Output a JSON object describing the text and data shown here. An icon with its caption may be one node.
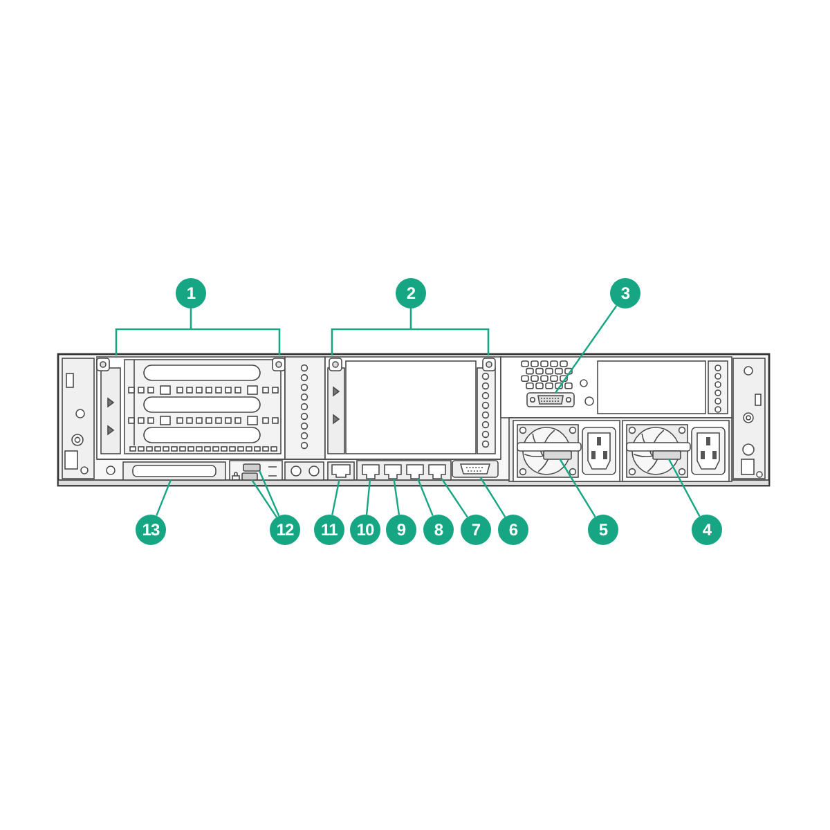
{
  "diagram": {
    "nodes": [
      {
        "text": [
          "1"
        ]
      },
      {
        "text": [
          "2"
        ]
      },
      {
        "text": [
          "3"
        ]
      },
      {
        "text": [],
        "shape": "picture"
      },
      {
        "text": [],
        "shape": "picture",
        "in": 3
      },
      {
        "text": [],
        "shape": "picture",
        "in": 3
      },
      {
        "text": [],
        "shape": "box",
        "in": 3
      },
      {
        "text": [],
        "shape": "box",
        "in": 3
      },
      {
        "text": [],
        "shape": "picture",
        "in": 3
      },
      {
        "text": [],
        "shape": "box",
        "in": 3
      },
      {
        "text": [],
        "shape": "box",
        "in": 3
      },
      {
        "text": [],
        "shape": "box",
        "in": 3
      },
      {
        "text": [],
        "shape": "box",
        "in": 3
      },
      {
        "text": [],
        "shape": "picture",
        "in": 3
      },
      {
        "text": [],
        "shape": "box",
        "in": 3
      },
      {
        "text": [],
        "shape": "box",
        "in": 3
      },
      {
        "text": [
          "13"
        ]
      },
      {
        "text": [
          "12"
        ]
      },
      {
        "text": [
          "11"
        ]
      },
      {
        "text": [
          "10"
        ]
      },
      {
        "text": [
          "9"
        ]
      },
      {
        "text": [
          "8"
        ]
      },
      {
        "text": [
          "7"
        ]
      },
      {
        "text": [
          "6"
        ]
      },
      {
        "text": [
          "5"
        ]
      },
      {
        "text": [
          "4"
        ]
      }
    ],
    "edges": [
      {
        "from": 2,
        "to": 4,
        "arrow": "none"
      },
      {
        "from": 16,
        "to": 5,
        "arrow": "none"
      },
      {
        "from": 17,
        "to": 6,
        "arrow": "none"
      },
      {
        "from": 17,
        "to": 7,
        "arrow": "none"
      },
      {
        "from": 18,
        "to": 8,
        "arrow": "none"
      },
      {
        "from": 19,
        "to": 9,
        "arrow": "none"
      },
      {
        "from": 20,
        "to": 10,
        "arrow": "none"
      },
      {
        "from": 21,
        "to": 11,
        "arrow": "none"
      },
      {
        "from": 22,
        "to": 12,
        "arrow": "none"
      },
      {
        "from": 23,
        "to": 13,
        "arrow": "none"
      },
      {
        "from": 24,
        "to": 14,
        "arrow": "none"
      },
      {
        "from": 25,
        "to": 15,
        "arrow": "none"
      }
    ]
  }
}
